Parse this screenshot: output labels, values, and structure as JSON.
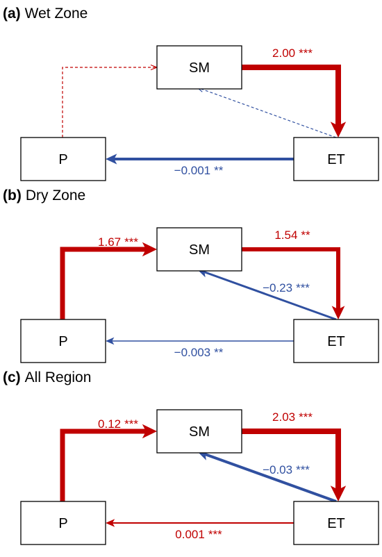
{
  "colors": {
    "positive": "#c00000",
    "negative": "#3050a0",
    "box": "#000000"
  },
  "panels": [
    {
      "tag": "(a)",
      "title": "Wet Zone",
      "nodes": {
        "sm": "SM",
        "p": "P",
        "et": "ET"
      },
      "edges": [
        {
          "id": "p-sm",
          "sign": "positive",
          "style": "dashed",
          "weight": 1,
          "label": "",
          "stars": ""
        },
        {
          "id": "sm-et",
          "sign": "positive",
          "style": "solid",
          "weight": 8,
          "label": "2.00",
          "stars": "***"
        },
        {
          "id": "et-sm",
          "sign": "negative",
          "style": "dashed",
          "weight": 1,
          "label": "",
          "stars": ""
        },
        {
          "id": "et-p",
          "sign": "negative",
          "style": "solid",
          "weight": 4,
          "label": "−0.001",
          "stars": "**"
        }
      ]
    },
    {
      "tag": "(b)",
      "title": "Dry Zone",
      "nodes": {
        "sm": "SM",
        "p": "P",
        "et": "ET"
      },
      "edges": [
        {
          "id": "p-sm",
          "sign": "positive",
          "style": "solid",
          "weight": 7,
          "label": "1.67",
          "stars": "***"
        },
        {
          "id": "sm-et",
          "sign": "positive",
          "style": "solid",
          "weight": 6,
          "label": "1.54",
          "stars": "**"
        },
        {
          "id": "et-sm",
          "sign": "negative",
          "style": "solid",
          "weight": 3,
          "label": "−0.23",
          "stars": "***"
        },
        {
          "id": "et-p",
          "sign": "negative",
          "style": "solid",
          "weight": 1.5,
          "label": "−0.003",
          "stars": "**"
        }
      ]
    },
    {
      "tag": "(c)",
      "title": "All Region",
      "nodes": {
        "sm": "SM",
        "p": "P",
        "et": "ET"
      },
      "edges": [
        {
          "id": "p-sm",
          "sign": "positive",
          "style": "solid",
          "weight": 7,
          "label": "0.12",
          "stars": "***"
        },
        {
          "id": "sm-et",
          "sign": "positive",
          "style": "solid",
          "weight": 8,
          "label": "2.03",
          "stars": "***"
        },
        {
          "id": "et-sm",
          "sign": "negative",
          "style": "solid",
          "weight": 4,
          "label": "−0.03",
          "stars": "***"
        },
        {
          "id": "et-p",
          "sign": "positive",
          "style": "solid",
          "weight": 2,
          "label": "0.001",
          "stars": "***"
        }
      ]
    }
  ]
}
